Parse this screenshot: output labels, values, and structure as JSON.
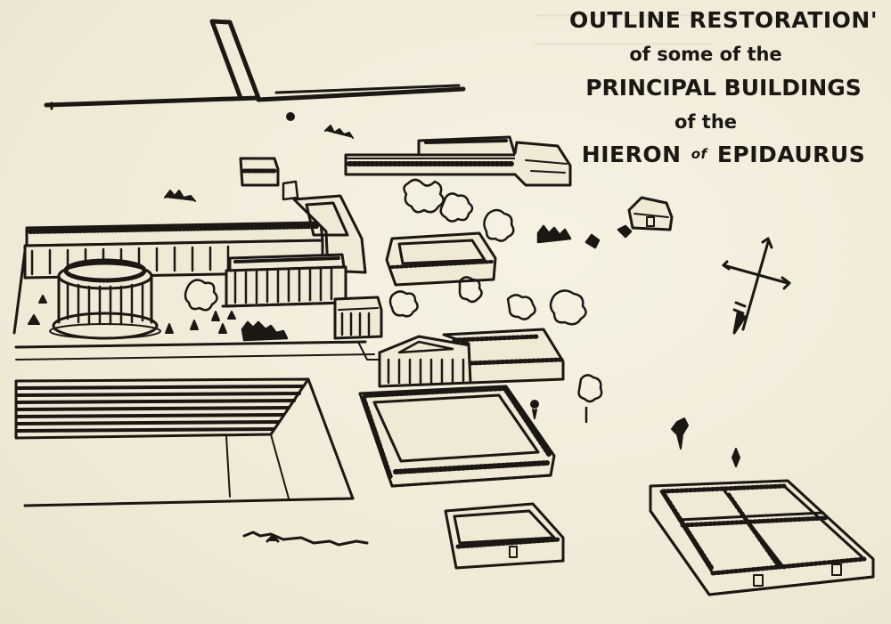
{
  "title": {
    "line1": "OUTLINE RESTORATION'",
    "line2": "of some of the",
    "line3": "PRINCIPAL BUILDINGS",
    "line4": "of the",
    "line5_left": "HIERON",
    "line5_connector": "of",
    "line5_right": "EPIDAURUS"
  },
  "colors": {
    "paper": "#f3efdf",
    "ink": "#1b1712"
  },
  "icons": {
    "compass": "compass-rose-arrow-icon"
  }
}
